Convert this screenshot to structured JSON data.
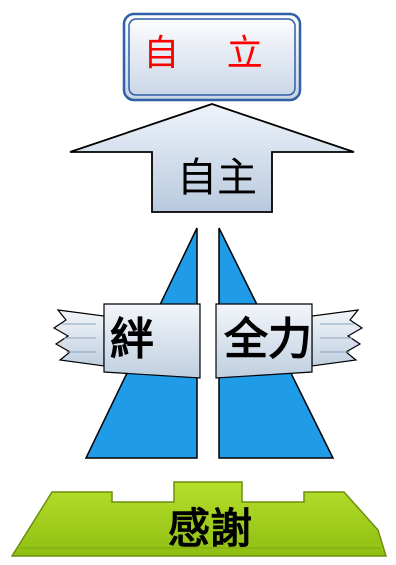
{
  "labels": {
    "top": "自 立",
    "arrow": "自主",
    "wing_left": "絆",
    "wing_right": "全力",
    "base": "感謝"
  },
  "colors": {
    "top_text": "#ff0000",
    "top_border": "#2f5fa6",
    "top_fill": "#eef2f8",
    "arrow_fill": "#c9d6e8",
    "pyramid_fill": "#1f9be8",
    "wing_fill": "#d8e2ee",
    "base_fill": "#a5d41e",
    "base_dark": "#7fa814"
  }
}
